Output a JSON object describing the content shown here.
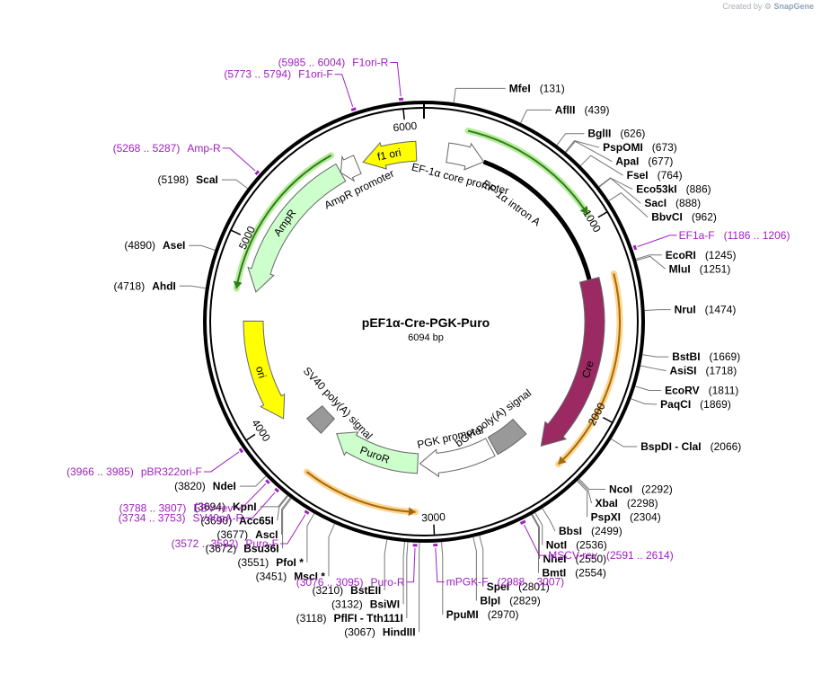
{
  "credit": {
    "prefix": "Created by",
    "brand": "SnapGene"
  },
  "plasmid": {
    "name": "pEF1α-Cre-PGK-Puro",
    "size_label": "6094 bp",
    "length": 6094
  },
  "ticks": [
    {
      "pos": 1000,
      "label": "1000"
    },
    {
      "pos": 2000,
      "label": "2000"
    },
    {
      "pos": 3000,
      "label": "3000"
    },
    {
      "pos": 4000,
      "label": "4000"
    },
    {
      "pos": 5000,
      "label": "5000"
    },
    {
      "pos": 6000,
      "label": "6000"
    }
  ],
  "sites_right": [
    {
      "name": "MfeI",
      "pos": 131,
      "pos_text": "(131)"
    },
    {
      "name": "AflII",
      "pos": 439,
      "pos_text": "(439)"
    },
    {
      "name": "BglII",
      "pos": 626,
      "pos_text": "(626)"
    },
    {
      "name": "PspOMI",
      "pos": 673,
      "pos_text": "(673)"
    },
    {
      "name": "ApaI",
      "pos": 677,
      "pos_text": "(677)"
    },
    {
      "name": "FseI",
      "pos": 764,
      "pos_text": "(764)"
    },
    {
      "name": "Eco53kI",
      "pos": 886,
      "pos_text": "(886)"
    },
    {
      "name": "SacI",
      "pos": 888,
      "pos_text": "(888)"
    },
    {
      "name": "BbvCI",
      "pos": 962,
      "pos_text": "(962)"
    },
    {
      "name": "EcoRI",
      "pos": 1245,
      "pos_text": "(1245)"
    },
    {
      "name": "MluI",
      "pos": 1251,
      "pos_text": "(1251)"
    },
    {
      "name": "NruI",
      "pos": 1474,
      "pos_text": "(1474)"
    },
    {
      "name": "BstBI",
      "pos": 1669,
      "pos_text": "(1669)"
    },
    {
      "name": "AsiSI",
      "pos": 1718,
      "pos_text": "(1718)"
    },
    {
      "name": "EcoRV",
      "pos": 1811,
      "pos_text": "(1811)"
    },
    {
      "name": "PaqCI",
      "pos": 1869,
      "pos_text": "(1869)"
    },
    {
      "name": "BspDI  -  ClaI",
      "pos": 2066,
      "pos_text": "(2066)"
    },
    {
      "name": "NcoI",
      "pos": 2292,
      "pos_text": "(2292)"
    },
    {
      "name": "XbaI",
      "pos": 2298,
      "pos_text": "(2298)"
    },
    {
      "name": "PspXI",
      "pos": 2304,
      "pos_text": "(2304)"
    },
    {
      "name": "BbsI",
      "pos": 2499,
      "pos_text": "(2499)"
    },
    {
      "name": "NotI",
      "pos": 2536,
      "pos_text": "(2536)"
    },
    {
      "name": "NheI",
      "pos": 2550,
      "pos_text": "(2550)"
    },
    {
      "name": "BmtI",
      "pos": 2554,
      "pos_text": "(2554)"
    },
    {
      "name": "SpeI",
      "pos": 2801,
      "pos_text": "(2801)"
    },
    {
      "name": "BlpI",
      "pos": 2829,
      "pos_text": "(2829)"
    },
    {
      "name": "PpuMI",
      "pos": 2970,
      "pos_text": "(2970)"
    }
  ],
  "sites_left": [
    {
      "name": "ScaI",
      "pos": 5198,
      "pos_text": "(5198)"
    },
    {
      "name": "AseI",
      "pos": 4890,
      "pos_text": "(4890)"
    },
    {
      "name": "AhdI",
      "pos": 4718,
      "pos_text": "(4718)"
    },
    {
      "name": "NdeI",
      "pos": 3820,
      "pos_text": "(3820)"
    },
    {
      "name": "KpnI",
      "pos": 3694,
      "pos_text": "(3694)"
    },
    {
      "name": "Acc65I",
      "pos": 3690,
      "pos_text": "(3690)"
    },
    {
      "name": "AscI",
      "pos": 3677,
      "pos_text": "(3677)"
    },
    {
      "name": "Bsu36I",
      "pos": 3672,
      "pos_text": "(3672)"
    },
    {
      "name": "PfoI *",
      "pos": 3551,
      "pos_text": "(3551)"
    },
    {
      "name": "MscI *",
      "pos": 3451,
      "pos_text": "(3451)"
    },
    {
      "name": "BstEII",
      "pos": 3210,
      "pos_text": "(3210)"
    },
    {
      "name": "BsiWI",
      "pos": 3132,
      "pos_text": "(3132)"
    },
    {
      "name": "PflFI  -  Tth111I",
      "pos": 3118,
      "pos_text": "(3118)"
    },
    {
      "name": "HindIII",
      "pos": 3067,
      "pos_text": "(3067)"
    }
  ],
  "primers": [
    {
      "name": "F1ori-R",
      "range": "(5985 .. 6004)",
      "start": 5985,
      "end": 6004
    },
    {
      "name": "F1ori-F",
      "range": "(5773 .. 5794)",
      "start": 5773,
      "end": 5794
    },
    {
      "name": "Amp-R",
      "range": "(5268 .. 5287)",
      "start": 5268,
      "end": 5287
    },
    {
      "name": "EF1a-F",
      "range": "(1186 .. 1206)",
      "start": 1186,
      "end": 1206
    },
    {
      "name": "pBR322ori-F",
      "range": "(3966 .. 3985)",
      "start": 3966,
      "end": 3985
    },
    {
      "name": "EBV-rev",
      "range": "(3788 .. 3807)",
      "start": 3788,
      "end": 3807
    },
    {
      "name": "SV40pA-R",
      "range": "(3734 .. 3753)",
      "start": 3734,
      "end": 3753
    },
    {
      "name": "Puro-F",
      "range": "(3572 .. 3592)",
      "start": 3572,
      "end": 3592
    },
    {
      "name": "MSCV-rev",
      "range": "(2591 .. 2614)",
      "start": 2591,
      "end": 2614
    },
    {
      "name": "Puro-R",
      "range": "(3076 .. 3095)",
      "start": 3076,
      "end": 3095
    },
    {
      "name": "mPGK-F",
      "range": "(2988 .. 3007)",
      "start": 2988,
      "end": 3007
    }
  ],
  "features": [
    {
      "name": "EF-1α core promoter",
      "start": 135,
      "end": 347,
      "dir": 1,
      "color": "#ffffff",
      "shape": "arrow"
    },
    {
      "name": "EF-1α intron A",
      "start": 347,
      "end": 1283,
      "dir": 0,
      "color": "#000000",
      "shape": "bar"
    },
    {
      "name": "Cre",
      "start": 1283,
      "end": 2314,
      "dir": 1,
      "color": "#9b2a63",
      "shape": "arrow"
    },
    {
      "name": "bGH poly(A) signal",
      "start": 2330,
      "end": 2555,
      "dir": 0,
      "color": "#999999",
      "shape": "box"
    },
    {
      "name": "PGK promoter",
      "start": 2575,
      "end": 3075,
      "dir": 1,
      "color": "#ffffff",
      "shape": "arrow"
    },
    {
      "name": "PuroR",
      "start": 3090,
      "end": 3690,
      "dir": 1,
      "color": "#ccffcc",
      "shape": "arrow"
    },
    {
      "name": "SV40 poly(A) signal",
      "start": 3770,
      "end": 3900,
      "dir": 0,
      "color": "#999999",
      "shape": "box"
    },
    {
      "name": "ori",
      "start": 3985,
      "end": 4574,
      "dir": -1,
      "color": "#ffff00",
      "shape": "arrow"
    },
    {
      "name": "AmpR",
      "start": 4740,
      "end": 5600,
      "dir": -1,
      "color": "#ccffcc",
      "shape": "arrow"
    },
    {
      "name": "AmpR promoter",
      "start": 5600,
      "end": 5705,
      "dir": -1,
      "color": "#ffffff",
      "shape": "arrow"
    },
    {
      "name": "f1 ori",
      "start": 5740,
      "end": 6050,
      "dir": -1,
      "color": "#ffff00",
      "shape": "arrow"
    }
  ],
  "orfs": [
    {
      "start": 220,
      "end": 960,
      "dir": 1,
      "color": "#2e7d1a",
      "glow": "#b7ec9c"
    },
    {
      "start": 1283,
      "end": 2314,
      "dir": 1,
      "color": "#a06a10",
      "glow": "#ffd38a"
    },
    {
      "start": 3090,
      "end": 3690,
      "dir": -1,
      "color": "#a06a10",
      "glow": "#ffd38a"
    },
    {
      "start": 4740,
      "end": 5600,
      "dir": -1,
      "color": "#2e7d1a",
      "glow": "#b7ec9c"
    }
  ],
  "colors": {
    "backbone": "#000000",
    "primer": "#a020c0",
    "leader": "#666666"
  }
}
